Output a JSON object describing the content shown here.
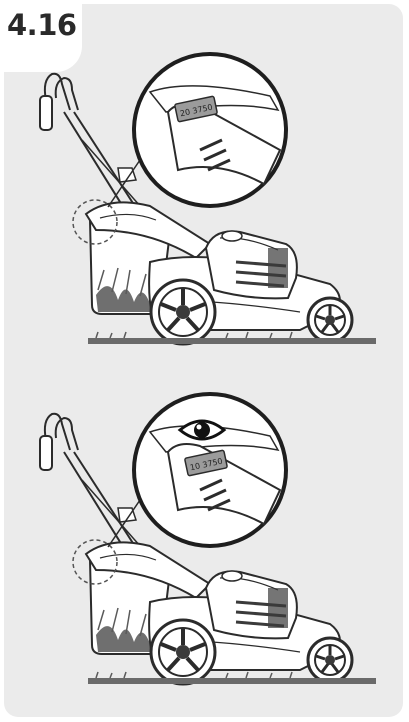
{
  "step": {
    "number": "4.16"
  },
  "figures": [
    {
      "id": "top",
      "switch_label": "20 3750",
      "indicator": ""
    },
    {
      "id": "bottom",
      "switch_label": "10 3750",
      "indicator": "eye-icon"
    }
  ],
  "colors": {
    "panel": "#ebebeb",
    "outline": "#2b2b2b",
    "body_fill": "#ffffff",
    "shade": "#9b9b9b",
    "dark": "#3a3a3a"
  }
}
